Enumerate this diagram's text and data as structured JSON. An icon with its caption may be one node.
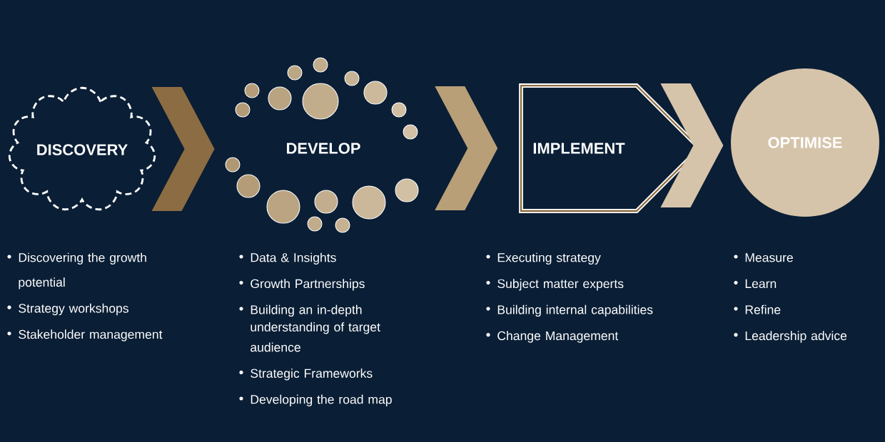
{
  "diagram": {
    "nodes": [
      {
        "text": [
          "DISCOVERY"
        ],
        "beside": [
          "Discovering the growth potential",
          "Strategy workshops",
          "Stakeholder management"
        ]
      },
      {
        "text": [
          "DEVELOP"
        ],
        "beside": [
          "Data & Insights",
          "Growth Partnerships",
          "Building an in-depth understanding of target audience",
          "Strategic Frameworks",
          "Developing the road map"
        ]
      },
      {
        "text": [
          "IMPLEMENT"
        ],
        "beside": [
          "Executing strategy",
          "Subject matter experts",
          "Building internal capabilities",
          "Change Management"
        ]
      },
      {
        "text": [
          "OPTIMISE"
        ],
        "beside": [
          "Measure",
          "Learn",
          "Refine",
          "Leadership advice"
        ]
      }
    ],
    "edges": [
      {
        "from": 0,
        "to": 1,
        "arrow": "to",
        "color": "#8c6c42"
      },
      {
        "from": 1,
        "to": 2,
        "arrow": "to",
        "color": "#b89f78"
      },
      {
        "from": 2,
        "to": 3,
        "arrow": "to",
        "color": "#d6c4aa"
      }
    ]
  }
}
